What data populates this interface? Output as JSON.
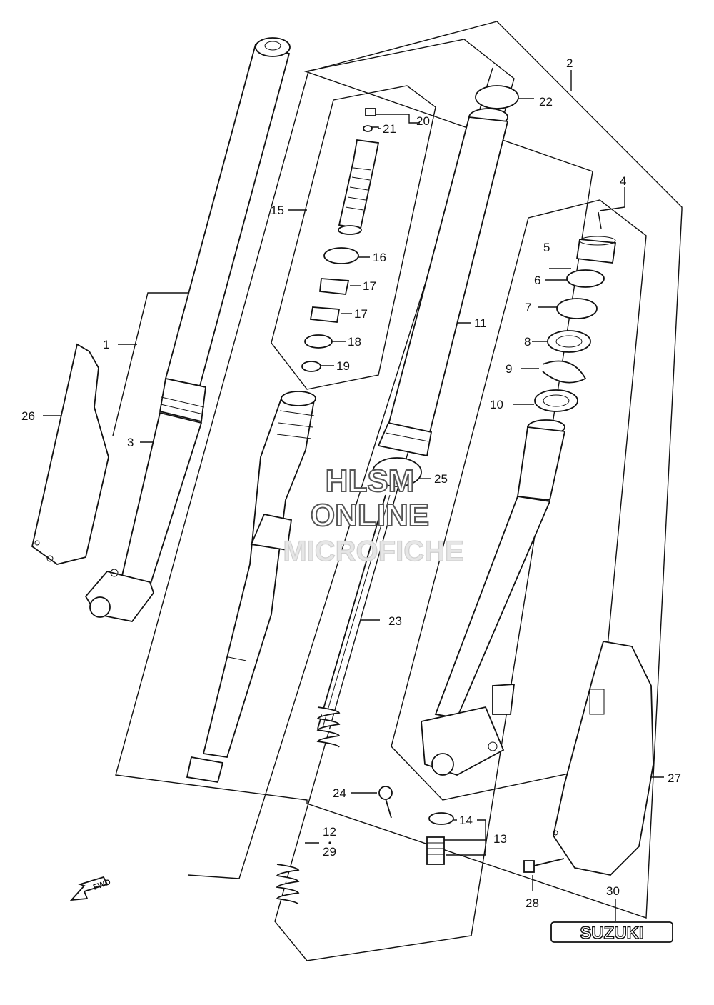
{
  "diagram": {
    "callouts": {
      "c1": "1",
      "c2": "2",
      "c3": "3",
      "c4": "4",
      "c5": "5",
      "c6": "6",
      "c7": "7",
      "c8": "8",
      "c9": "9",
      "c10": "10",
      "c11": "11",
      "c12": "12",
      "c13": "13",
      "c14": "14",
      "c15": "15",
      "c16": "16",
      "c17a": "17",
      "c17b": "17",
      "c18": "18",
      "c19": "19",
      "c20": "20",
      "c21": "21",
      "c22": "22",
      "c23": "23",
      "c24": "24",
      "c25": "25",
      "c26": "26",
      "c27": "27",
      "c28": "28",
      "c29": "29",
      "c30": "30"
    },
    "fwd_label": "FWD",
    "brand_decal_text": "SUZUKI",
    "watermark": {
      "line1": "HLSM",
      "line2": "ONLINE",
      "line3": "MICROFICHE"
    }
  }
}
